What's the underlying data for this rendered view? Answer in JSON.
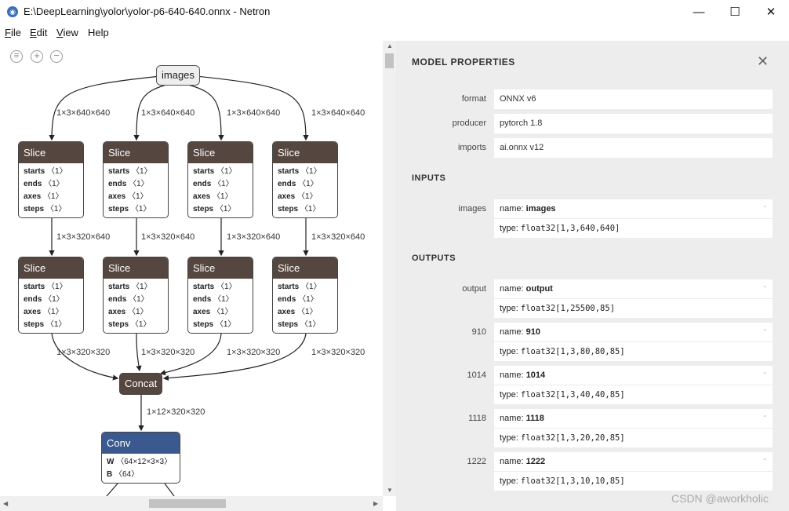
{
  "window": {
    "title": "E:\\DeepLearning\\yolor\\yolor-p6-640-640.onnx - Netron",
    "minimize": "—",
    "maximize": "☐",
    "close": "✕"
  },
  "menu": [
    {
      "underline": "F",
      "rest": "ile"
    },
    {
      "underline": "E",
      "rest": "dit"
    },
    {
      "underline": "V",
      "rest": "iew"
    },
    {
      "underline": "",
      "rest": "Help"
    }
  ],
  "toolbar": {
    "menu_icon": "≡",
    "zoom_in_icon": "+",
    "zoom_out_icon": "−"
  },
  "graph": {
    "input": "images",
    "edges_top": [
      "1×3×640×640",
      "1×3×640×640",
      "1×3×640×640",
      "1×3×640×640"
    ],
    "edges_mid": [
      "1×3×320×640",
      "1×3×320×640",
      "1×3×320×640",
      "1×3×320×640"
    ],
    "edges_bot": [
      "1×3×320×320",
      "1×3×320×320",
      "1×3×320×320",
      "1×3×320×320"
    ],
    "slice_title": "Slice",
    "slice_attrs": {
      "starts": "starts",
      "ends": "ends",
      "axes": "axes",
      "steps": "steps",
      "val": "〈1〉"
    },
    "concat": "Concat",
    "concat_edge": "1×12×320×320",
    "conv": {
      "title": "Conv",
      "w_label": "W",
      "w_val": "〈64×12×3×3〉",
      "b_label": "B",
      "b_val": "〈64〉"
    }
  },
  "panel": {
    "title": "MODEL PROPERTIES",
    "close_icon": "✕",
    "props": [
      {
        "label": "format",
        "value": "ONNX v6"
      },
      {
        "label": "producer",
        "value": "pytorch 1.8"
      },
      {
        "label": "imports",
        "value": "ai.onnx v12"
      }
    ],
    "inputs_header": "INPUTS",
    "inputs": [
      {
        "label": "images",
        "name_prefix": "name: ",
        "name": "images",
        "type_prefix": "type: ",
        "type": "float32[1,3,640,640]"
      }
    ],
    "outputs_header": "OUTPUTS",
    "outputs": [
      {
        "label": "output",
        "name_prefix": "name: ",
        "name": "output",
        "type_prefix": "type: ",
        "type": "float32[1,25500,85]"
      },
      {
        "label": "910",
        "name_prefix": "name: ",
        "name": "910",
        "type_prefix": "type: ",
        "type": "float32[1,3,80,80,85]"
      },
      {
        "label": "1014",
        "name_prefix": "name: ",
        "name": "1014",
        "type_prefix": "type: ",
        "type": "float32[1,3,40,40,85]"
      },
      {
        "label": "1118",
        "name_prefix": "name: ",
        "name": "1118",
        "type_prefix": "type: ",
        "type": "float32[1,3,20,20,85]"
      },
      {
        "label": "1222",
        "name_prefix": "name: ",
        "name": "1222",
        "type_prefix": "type: ",
        "type": "float32[1,3,10,10,85]"
      }
    ],
    "dash": "-"
  },
  "watermark": "CSDN @aworkholic"
}
